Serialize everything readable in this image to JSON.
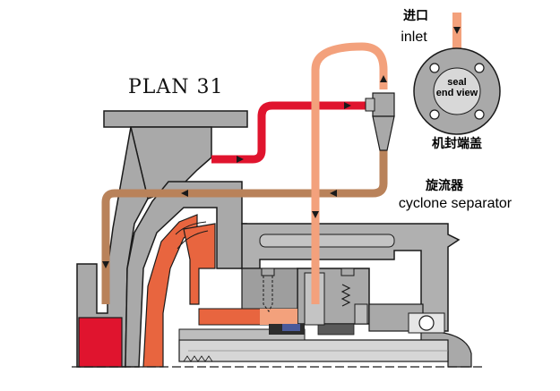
{
  "title": "PLAN 31",
  "labels": {
    "inlet_cn": "进口",
    "inlet_en": "inlet",
    "seal_end_view_line1": "seal",
    "seal_end_view_line2": "end view",
    "gland_cn": "机封端盖",
    "cyclone_cn": "旋流器",
    "cyclone_en": "cyclone separator"
  },
  "colors": {
    "pump_gray": "#a9a9a9",
    "dark_outline": "#1a1a1a",
    "flush_red": "#e0142e",
    "return_brown": "#b9825a",
    "clean_peach": "#f3a17c",
    "seal_face_orange": "#e8653f",
    "chamber_red": "#e0142e"
  },
  "icons": [
    "flow-arrow-icon",
    "bolt-icon",
    "spring-icon",
    "bearing-icon"
  ]
}
